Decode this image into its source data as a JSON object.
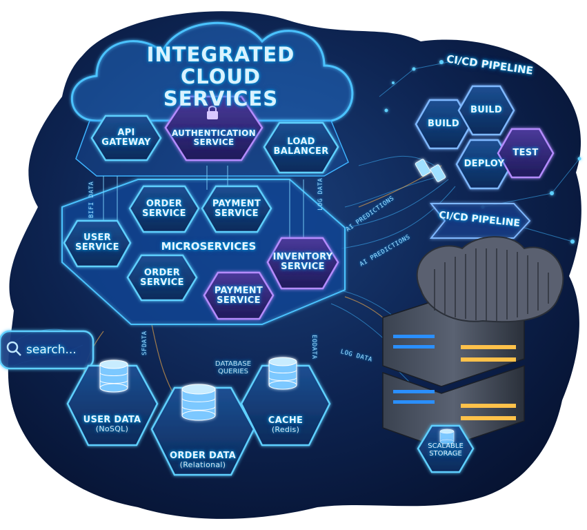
{
  "title": {
    "line1": "INTEGRATED",
    "line2": "CLOUD SERVICES"
  },
  "gateway": {
    "api": [
      "API",
      "GATEWAY"
    ],
    "auth": [
      "AUTHENTICATION",
      "SERVICE"
    ],
    "lb": [
      "LOAD",
      "BALANCER"
    ]
  },
  "microservices": {
    "label": "MICROSERVICES",
    "order_top": [
      "ORDER",
      "SERVICE"
    ],
    "payment_top": [
      "PAYMENT",
      "SERVICE"
    ],
    "user": [
      "USER",
      "SERVICE"
    ],
    "inventory": [
      "INVENTORY",
      "SERVICE"
    ],
    "order_bottom": [
      "ORDER",
      "SERVICE"
    ],
    "payment_bottom": [
      "PAYMENT",
      "SERVICE"
    ]
  },
  "pipeline": {
    "title_top": "CI/CD PIPELINE",
    "title_bottom": "CI/CD PIPELINE",
    "build1": "BUILD",
    "build2": "BUILD",
    "deploy": "DEPLOY",
    "test": "TEST"
  },
  "flows": {
    "log_data_1": "LOG DATA",
    "ai_predictions_1": "AI PREDICTIONS",
    "ai_predictions_2": "AI PREDICTIONS",
    "log_data_2": "LOG DATA",
    "bifi_data": "BIFI DATA",
    "database_queries": [
      "DATABASE",
      "QUERIES"
    ],
    "sfdata": "SFDATA",
    "eodata": "EODATA"
  },
  "search": {
    "placeholder": "search..."
  },
  "databases": {
    "user": {
      "name": "USER DATA",
      "type": "(NoSQL)"
    },
    "order": {
      "name": "ORDER DATA",
      "type": "(Relational)"
    },
    "cache": {
      "name": "CACHE",
      "type": "(Redis)"
    }
  },
  "storage": [
    "SCALABLE",
    "STORAGE"
  ],
  "colors": {
    "bg": "#0b1a3a",
    "glow": "#1fa8ff",
    "purple": "#9a5cff",
    "orange": "#ffb347"
  },
  "icons": [
    "lock-icon",
    "search-icon",
    "database-icon",
    "server-icon",
    "cloud-icon"
  ]
}
